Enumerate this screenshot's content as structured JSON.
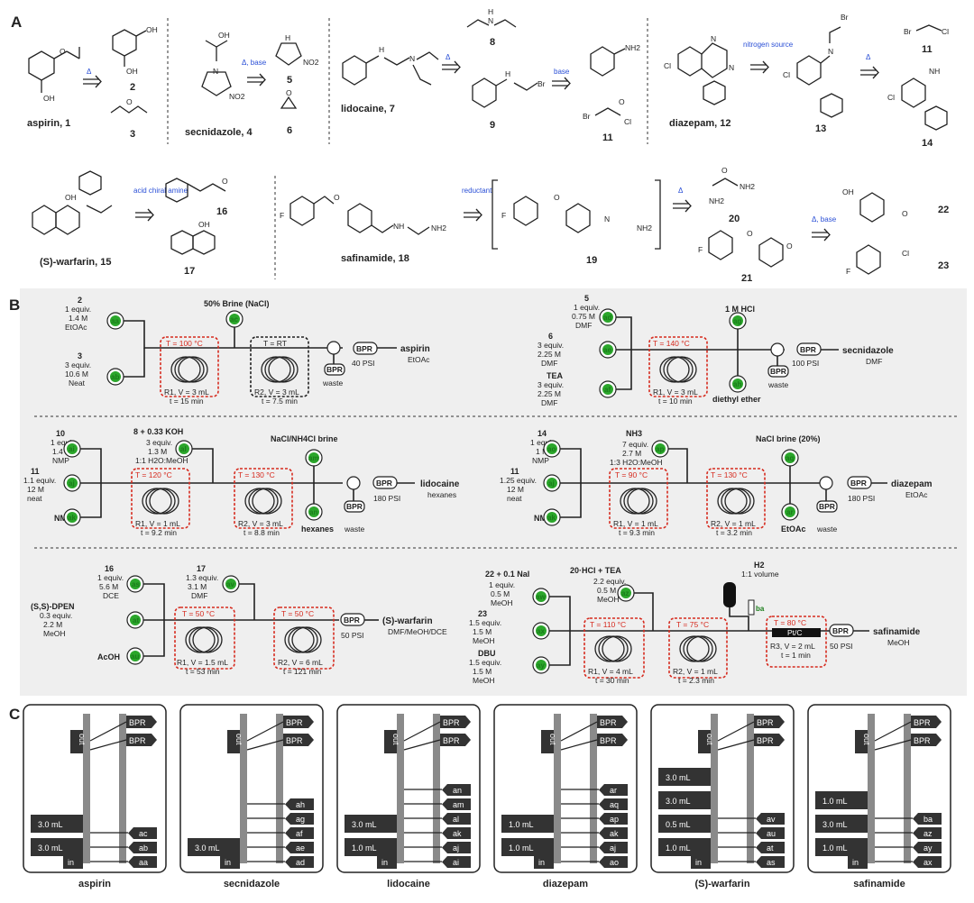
{
  "panels": {
    "a": "A",
    "b": "B",
    "c": "C"
  },
  "panel_a": {
    "arrow_labels": {
      "delta": "Δ",
      "delta_base": "Δ, base",
      "nitrogen_source": "nitrogen source",
      "base": "base",
      "acid_chiral_amine": "acid chiral amine",
      "reductant": "reductant"
    },
    "compounds": {
      "aspirin": "aspirin, 1",
      "c2": "2",
      "c3": "3",
      "secnidazole": "secnidazole, 4",
      "c5": "5",
      "c6": "6",
      "lidocaine": "lidocaine, 7",
      "c8": "8",
      "c9": "9",
      "c11a": "11",
      "diazepam": "diazepam, 12",
      "c13": "13",
      "c11b": "11",
      "c14": "14",
      "warfarin": "(S)-warfarin, 15",
      "c16": "16",
      "c17": "17",
      "safinamide": "safinamide, 18",
      "c19": "19",
      "c20": "20",
      "c21": "21",
      "c22": "22",
      "c23": "23"
    },
    "atoms": {
      "OH": "OH",
      "O": "O",
      "N": "N",
      "H": "H",
      "NH2": "NH2",
      "NO2": "NO2",
      "Cl": "Cl",
      "Br": "Br",
      "F": "F",
      "NH": "NH"
    }
  },
  "panel_b": {
    "aspirin": {
      "r1": {
        "name": "2",
        "eq": "1 equiv.",
        "conc": "1.4 M",
        "solv": "EtOAc",
        "pump": "aa"
      },
      "r2": {
        "name": "3",
        "eq": "3 equiv.",
        "conc": "10.6 M",
        "solv": "Neat",
        "pump": "ab"
      },
      "brine": {
        "name": "50% Brine (NaCl)",
        "pump": "ac"
      },
      "reactor1": {
        "temp": "T = 100 °C",
        "vol": "R1, V = 3 mL",
        "time": "t = 15 min"
      },
      "reactor2": {
        "temp": "T = RT",
        "vol": "R2, V = 3 mL",
        "time": "t = 7.5 min"
      },
      "bpr1": "BPR",
      "bpr2": "BPR",
      "psi": "40 PSI",
      "waste": "waste",
      "product": "aspirin",
      "psolv": "EtOAc"
    },
    "secnidazole": {
      "r1": {
        "name": "5",
        "eq": "1 equiv.",
        "conc": "0.75 M",
        "solv": "DMF",
        "pump": "ad"
      },
      "r2": {
        "name": "6",
        "eq": "3 equiv.",
        "conc": "2.25 M",
        "solv": "DMF",
        "pump": "ae"
      },
      "r3": {
        "name": "TEA",
        "eq": "3 equiv.",
        "conc": "2.25 M",
        "solv": "DMF",
        "pump": "af"
      },
      "hcl": {
        "name": "1 M HCl",
        "pump": "ag"
      },
      "ether": {
        "name": "diethyl ether",
        "pump": "ah"
      },
      "reactor1": {
        "temp": "T = 140 °C",
        "vol": "R1, V = 3 mL",
        "time": "t = 10 min"
      },
      "bpr1": "BPR",
      "bpr2": "BPR",
      "psi": "100 PSI",
      "waste": "waste",
      "product": "secnidazole",
      "psolv": "DMF"
    },
    "lidocaine": {
      "r1": {
        "name": "10",
        "eq": "1 equiv.",
        "conc": "1.4 M",
        "solv": "NMP",
        "pump": "ai"
      },
      "r2": {
        "name": "11",
        "eq": "1.1 equiv.",
        "conc": "12 M",
        "solv": "neat",
        "pump": "aj"
      },
      "r3": {
        "name": "NMP",
        "pump": "ak"
      },
      "r4": {
        "name": "8 + 0.33 KOH",
        "eq": "3 equiv.",
        "conc": "1.3 M",
        "solv": "1:1 H2O:MeOH",
        "pump": "al"
      },
      "brine": {
        "name": "NaCl/NH4Cl brine",
        "pump": "am"
      },
      "hexanes": {
        "name": "hexanes",
        "pump": "an"
      },
      "reactor1": {
        "temp": "T = 120 °C",
        "vol": "R1, V = 1 mL",
        "time": "t = 9.2 min"
      },
      "reactor2": {
        "temp": "T = 130 °C",
        "vol": "R2, V = 3 mL",
        "time": "t = 8.8 min"
      },
      "bpr1": "BPR",
      "bpr2": "BPR",
      "psi": "180 PSI",
      "waste": "waste",
      "product": "lidocaine",
      "psolv": "hexanes"
    },
    "diazepam": {
      "r1": {
        "name": "14",
        "eq": "1 equiv.",
        "conc": "1 M",
        "solv": "NMP",
        "pump": "ao"
      },
      "r2": {
        "name": "11",
        "eq": "1.25 equiv.",
        "conc": "12 M",
        "solv": "neat",
        "pump": "aj"
      },
      "r3": {
        "name": "NMP",
        "pump": "ak"
      },
      "r4": {
        "name": "NH3",
        "eq": "7 equiv.",
        "conc": "2.7 M",
        "solv": "1:3 H2O:MeOH",
        "pump": "ap"
      },
      "brine": {
        "name": "NaCl brine (20%)",
        "pump": "aq"
      },
      "etoac": {
        "name": "EtOAc",
        "pump": "ar"
      },
      "reactor1": {
        "temp": "T = 90 °C",
        "vol": "R1, V = 1 mL",
        "time": "t = 9.3 min"
      },
      "reactor2": {
        "temp": "T = 130 °C",
        "vol": "R2, V = 1 mL",
        "time": "t = 3.2 min"
      },
      "bpr1": "BPR",
      "bpr2": "BPR",
      "psi": "180 PSI",
      "waste": "waste",
      "product": "diazepam",
      "psolv": "EtOAc"
    },
    "warfarin": {
      "r1": {
        "name": "16",
        "eq": "1 equiv.",
        "conc": "5.6 M",
        "solv": "DCE",
        "pump": "as"
      },
      "r2": {
        "name": "(S,S)-DPEN",
        "eq": "0.3 equiv.",
        "conc": "2.2 M",
        "solv": "MeOH",
        "pump": "at"
      },
      "r3": {
        "name": "AcOH",
        "pump": "au"
      },
      "r4": {
        "name": "17",
        "eq": "1.3 equiv.",
        "conc": "3.1 M",
        "solv": "DMF",
        "pump": "av"
      },
      "reactor1": {
        "temp": "T = 50 °C",
        "vol": "R1, V = 1.5 mL",
        "time": "t = 53 min"
      },
      "reactor2": {
        "temp": "T = 50 °C",
        "vol": "R2, V = 6 mL",
        "time": "t = 121 min"
      },
      "bpr1": "BPR",
      "psi": "50 PSI",
      "product": "(S)-warfarin",
      "psolv": "DMF/MeOH/DCE"
    },
    "safinamide": {
      "r1": {
        "name": "22 + 0.1 NaI",
        "eq": "1 equiv.",
        "conc": "0.5 M",
        "solv": "MeOH",
        "pump": "aw"
      },
      "r2": {
        "name": "23",
        "eq": "1.5 equiv.",
        "conc": "1.5 M",
        "solv": "MeOH",
        "pump": "ax"
      },
      "r3": {
        "name": "DBU",
        "eq": "1.5 equiv.",
        "conc": "1.5 M",
        "solv": "MeOH",
        "pump": "ay"
      },
      "r4": {
        "name": "20·HCl + TEA",
        "eq": "2.2 equiv.",
        "conc": "0.5 M",
        "solv": "MeOH",
        "pump": "az"
      },
      "h2": {
        "name": "H2",
        "vol": "1:1 volume",
        "pump": "ba"
      },
      "reactor1": {
        "temp": "T = 110 °C",
        "vol": "R1, V = 4 mL",
        "time": "t = 30 min"
      },
      "reactor2": {
        "temp": "T = 75 °C",
        "vol": "R2, V = 1 mL",
        "time": "t = 2.3 min"
      },
      "reactor3": {
        "temp": "T = 80 °C",
        "cat": "Pt/C",
        "vol": "R3, V = 2 mL",
        "time": "t = 1 min"
      },
      "bpr1": "BPR",
      "psi": "50 PSI",
      "product": "safinamide",
      "psolv": "MeOH"
    }
  },
  "panel_c": {
    "modules": [
      {
        "name": "aspirin",
        "reactors": [
          "3.0 mL",
          "3.0 mL"
        ],
        "ports": [
          "ac",
          "ab",
          "aa"
        ]
      },
      {
        "name": "secnidazole",
        "reactors": [
          "3.0 mL"
        ],
        "ports": [
          "ah",
          "ag",
          "af",
          "ae",
          "ad"
        ]
      },
      {
        "name": "lidocaine",
        "reactors": [
          "3.0 mL",
          "1.0 mL"
        ],
        "ports": [
          "an",
          "am",
          "al",
          "ak",
          "aj",
          "ai"
        ]
      },
      {
        "name": "diazepam",
        "reactors": [
          "1.0 mL",
          "1.0 mL"
        ],
        "ports": [
          "ar",
          "aq",
          "ap",
          "ak",
          "aj",
          "ao"
        ]
      },
      {
        "name": "(S)-warfarin",
        "reactors": [
          "3.0 mL",
          "3.0 mL",
          "0.5 mL",
          "1.0 mL"
        ],
        "ports": [
          "av",
          "au",
          "at",
          "as"
        ]
      },
      {
        "name": "safinamide",
        "reactors": [
          "1.0 mL",
          "3.0 mL",
          "1.0 mL"
        ],
        "ports": [
          "ba",
          "az",
          "ay",
          "ax"
        ]
      }
    ],
    "bpr": "BPR",
    "out": "out",
    "in": "in"
  }
}
